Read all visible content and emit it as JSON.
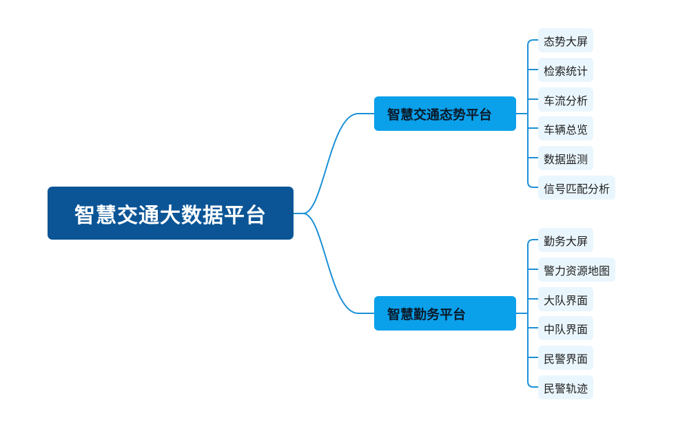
{
  "mindmap": {
    "root": {
      "label": "智慧交通大数据平台"
    },
    "branches": [
      {
        "label": "智慧交通态势平台",
        "children": [
          "态势大屏",
          "检索统计",
          "车流分析",
          "车辆总览",
          "数据监测",
          "信号匹配分析"
        ]
      },
      {
        "label": "智慧勤务平台",
        "children": [
          "勤务大屏",
          "警力资源地图",
          "大队界面",
          "中队界面",
          "民警界面",
          "民警轨迹"
        ]
      }
    ]
  },
  "colors": {
    "root_fill": "#0b5596",
    "branch_fill": "#0aa0ea",
    "leaf_fill": "#eaf6fd",
    "connector": "#1a8fd6"
  }
}
